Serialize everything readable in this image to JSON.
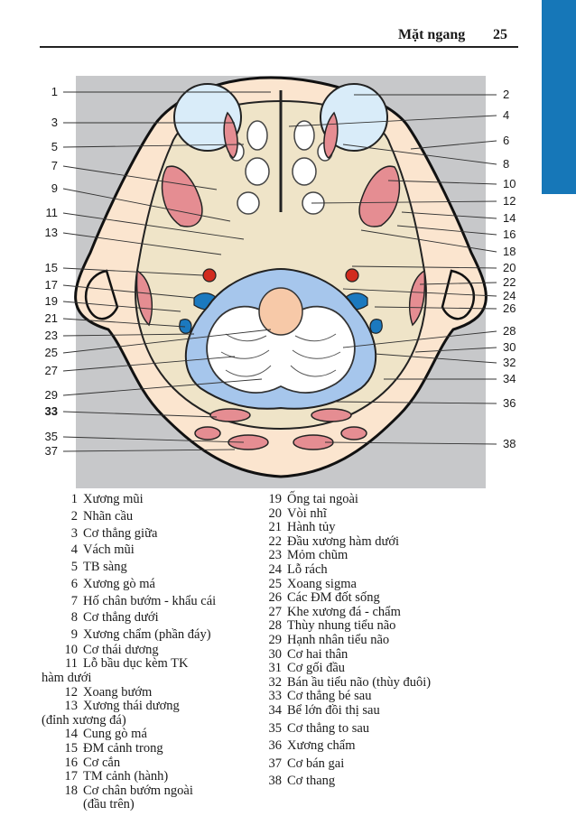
{
  "header": {
    "section_title": "Mặt ngang",
    "page_number": "25"
  },
  "colors": {
    "tab": "#1677b8",
    "plate": "#c7c8ca",
    "skin": "#fbe5cf",
    "bone": "#efe4c8",
    "muscle": "#e58d92",
    "vessel": "#1b79bf",
    "artery": "#d22b1e",
    "eye": "#d9ecf9",
    "brainstem": "#f7c9a8",
    "csf": "#a6c6ec"
  },
  "figure": {
    "left_labels": [
      "1",
      "3",
      "5",
      "7",
      "9",
      "11",
      "13",
      "15",
      "17",
      "19",
      "21",
      "23",
      "25",
      "27",
      "29",
      "33",
      "35",
      "37"
    ],
    "right_labels": [
      "2",
      "4",
      "6",
      "8",
      "10",
      "12",
      "14",
      "16",
      "18",
      "20",
      "22",
      "24",
      "26",
      "28",
      "30",
      "32",
      "34",
      "36",
      "38"
    ]
  },
  "legend": {
    "col1": [
      {
        "n": "1",
        "t": "Xương mũi"
      },
      {
        "n": "2",
        "t": "Nhãn cầu"
      },
      {
        "n": "3",
        "t": "Cơ thẳng giữa"
      },
      {
        "n": "4",
        "t": "Vách mũi"
      },
      {
        "n": "5",
        "t": "TB sàng"
      },
      {
        "n": "6",
        "t": "Xương gò má"
      },
      {
        "n": "7",
        "t": "Hố chân bướm - khẩu cái"
      },
      {
        "n": "8",
        "t": "Cơ thẳng dưới"
      },
      {
        "n": "9",
        "t": "Xương chẩm (phần đáy)"
      },
      {
        "n": "10",
        "t": "Cơ thái dương"
      },
      {
        "n": "11",
        "t": "Lỗ bầu dục kèm TK"
      },
      {
        "n": "",
        "t": "hàm dưới"
      },
      {
        "n": "12",
        "t": "Xoang bướm"
      },
      {
        "n": "13",
        "t": "Xương thái dương"
      },
      {
        "n": "",
        "t": "(đỉnh xương đá)"
      },
      {
        "n": "14",
        "t": "Cung gò má"
      },
      {
        "n": "15",
        "t": "ĐM cảnh trong"
      },
      {
        "n": "16",
        "t": "Cơ cắn"
      },
      {
        "n": "17",
        "t": "TM cảnh (hành)"
      },
      {
        "n": "18",
        "t": "Cơ chân bướm ngoài"
      },
      {
        "n": "",
        "t": "(đầu trên)"
      }
    ],
    "col2": [
      {
        "n": "19",
        "t": "Ống tai ngoài"
      },
      {
        "n": "20",
        "t": "Vòi nhĩ"
      },
      {
        "n": "21",
        "t": "Hành tủy"
      },
      {
        "n": "22",
        "t": "Đầu xương hàm dưới"
      },
      {
        "n": "23",
        "t": "Mỏm chũm"
      },
      {
        "n": "24",
        "t": "Lỗ rách"
      },
      {
        "n": "25",
        "t": "Xoang sigma"
      },
      {
        "n": "26",
        "t": "Các ĐM đốt sống"
      },
      {
        "n": "27",
        "t": "Khe xương đá - chẩm"
      },
      {
        "n": "28",
        "t": "Thùy nhung tiểu não"
      },
      {
        "n": "29",
        "t": "Hạnh nhân tiểu não"
      },
      {
        "n": "30",
        "t": "Cơ hai thân"
      },
      {
        "n": "31",
        "t": "Cơ gối đầu"
      },
      {
        "n": "32",
        "t": "Bán ầu tiểu não (thùy đuôi)"
      },
      {
        "n": "33",
        "t": "Cơ thẳng bé sau"
      },
      {
        "n": "34",
        "t": "Bể lớn đồi thị sau"
      },
      {
        "n": "35",
        "t": "Cơ thẳng to sau"
      },
      {
        "n": "36",
        "t": "Xương chẩm"
      },
      {
        "n": "37",
        "t": "Cơ bán gai"
      },
      {
        "n": "38",
        "t": "Cơ thang"
      }
    ]
  }
}
